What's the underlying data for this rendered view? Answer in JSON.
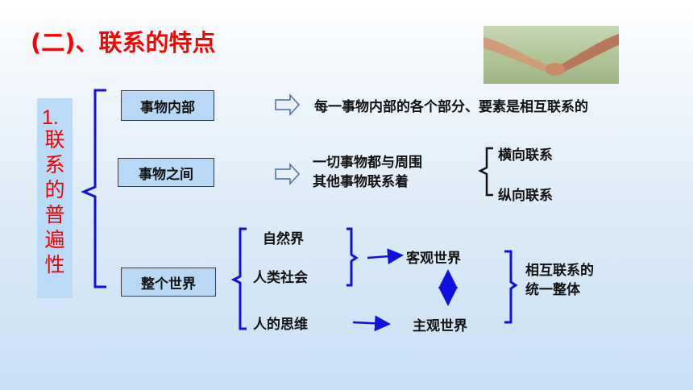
{
  "title": "(二)、联系的特点",
  "colors": {
    "title_red": "#ff0000",
    "accent_red": "#ee0000",
    "bracket_blue": "#1010e0",
    "box_fill": "#b7d9f7"
  },
  "universality_label": {
    "number": "1.",
    "chars": [
      "联",
      "系",
      "的",
      "普",
      "遍",
      "性"
    ]
  },
  "rows": {
    "inside": {
      "label": "事物内部",
      "description": "每一事物内部的各个部分、要素是相互联系的"
    },
    "between": {
      "label": "事物之间",
      "description_lines": [
        "一切事物都与周围",
        "其他事物联系着"
      ],
      "branches": [
        "横向联系",
        "纵向联系"
      ]
    },
    "world": {
      "label": "整个世界",
      "items": [
        "自然界",
        "人类社会",
        "人的思维"
      ],
      "objective": "客观世界",
      "subjective": "主观世界",
      "conclusion_lines": [
        "相互联系的",
        "统一整体"
      ]
    }
  },
  "photo": {
    "icon": "holding-hands-photo"
  }
}
